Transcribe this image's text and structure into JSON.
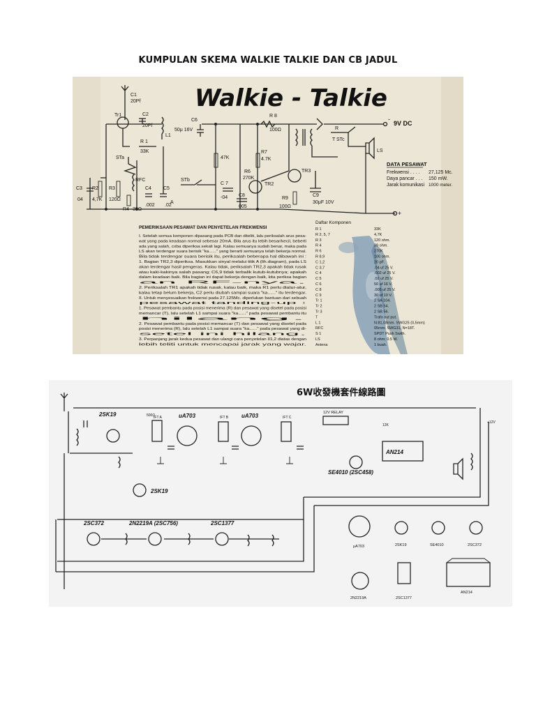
{
  "page": {
    "title": "KUMPULAN SKEMA WALKIE TALKIE DAN CB JADUL"
  },
  "walkie": {
    "logo": "Walkie - Talkie",
    "supply": "9V DC",
    "labels": {
      "c1": "C1",
      "c1v": "20Pf",
      "c2": "C2",
      "c2v": "20Pf",
      "tr1": "Tr1",
      "l1": "L1",
      "r1": "R 1",
      "r1v": "33K",
      "c6": "C6",
      "c6v": "50μ 16V",
      "r8": "R 8",
      "r8v": "100Ω",
      "str": "STa",
      "rfc": "RFC",
      "c3": "C3",
      "c3v": "04",
      "r2": "R2",
      "r2v": "4,7K",
      "r3": "R3",
      "r3v": "120Ω",
      "r4": "R4",
      "r4v": "39Ω",
      "c4": "C4",
      "c4v": ".002",
      "c5": "C5",
      "c5v": ".02",
      "stb": "STb",
      "stc": "STc",
      "ls": "LS",
      "r5v": "47K",
      "r7": "R7",
      "r7v": "4.7K",
      "r6": "R6",
      "r6v": "270K",
      "c7": "C 7",
      "c7v": "-04",
      "c8": "C8",
      "c8v": "005",
      "tr2": "TR2",
      "tr3": "TR3",
      "r9": "R9",
      "r9v": "100Ω",
      "c9": "C9",
      "c9v": "30μF 10V",
      "t": "T",
      "r": "R",
      "a": "A",
      "plus": "+",
      "minus": "-"
    },
    "data_title": "DATA PESAWAT",
    "data_rows": [
      {
        "k": "Frekwensi . . . .",
        "v": "27,125 Mc."
      },
      {
        "k": "Daya pancar . . .",
        "v": "150 mW."
      },
      {
        "k": "Jarak komunikasi",
        "v": "1000 meter."
      }
    ],
    "article_title": "PEMERIKSAAN PESAWAT DAN PENYETELAN FREKWENSI",
    "article_lines": [
      "I. Setelah semua komponen dipasang pada PCB dan diteliti, lalu periksalah arus pesa-",
      "wat yang pada keadaan normal sebesar 20mA. Bila arus itu lebih besar/kecil, beberti",
      "ada yang salah, coba diperiksa sekali lagi. Kalau semuanya sudah benar, maka pada",
      "LS akan terdengar suara berisik \"ka......\" yang berarti semuanya telah bekerja normal.",
      "Bila tidak terdengar suara berisik itu, periksalah beberapa hal dibawah ini :",
      "1. Bagian TR2,3 diperiksa. Masukkan sinyal melalui titik A (lih.diagram), pada LS",
      "akan terdengar hasil pengeras. Kalau tidak, periksalah TR2,3 apakah tidak rusak",
      "atau kaki-kakinya salah pasang; C6,9 tidak terbalik kutub-kutubnya; apakah",
      "dalam keadaan baik. Bila bagian ini dapat bekerja dengan baik, kita periksa bagian",
      "an RF-nya.",
      "2. Periksalah TR1 apakah tidak rusak, kalau baik, maka R1 perlu diatur-atur,",
      "kalau tetap belum bekerja, C2 perlu diubah sampai suara \"ka......\" itu terdengar.",
      "II. Untuk menyesuaikan frekwensi pada 27.125Mc. diperlukan bantuan dari sebuah",
      "pesawat tanding-up :",
      "1. Pesawat pembantu pada posisi menerima (R) dan pesawat yang disetel pada posisi",
      "memancar (T), lalu setelah L1 sampai suara \"ka......\" pada pesawat pembantu itu",
      "hilang.",
      "2. Pesawat pembantu pada posisi memancar (T) dan pesawat yang disetel pada",
      "posisi menerima (R), lalu setelah L1 sampai suara \"ka......\" pada pesawat yang di-",
      "setel ini hilang.",
      "3. Perpanjang jarak kedua pesawat dan ulangi cara penyetelan II1,2 diatas dengan",
      "lebih teliti untuk mencapai jarak yang wajar."
    ],
    "parts_title": "Daftar Komponen",
    "parts": [
      {
        "k": "R 1",
        "v": "33K"
      },
      {
        "k": "R 2, 5, 7",
        "v": "4,7K"
      },
      {
        "k": "R 3",
        "v": "120 ohm."
      },
      {
        "k": "R 4",
        "v": "39 ohm."
      },
      {
        "k": "R 6",
        "v": "270K"
      },
      {
        "k": "R 8,9",
        "v": "100 ohm."
      },
      {
        "k": "C 1,2",
        "v": "20 pF."
      },
      {
        "k": "C 3,7",
        "v": ".04 uf 25 V."
      },
      {
        "k": "C 4",
        "v": ".002 uf 25 V."
      },
      {
        "k": "C 5",
        "v": ".02 uf 25 V."
      },
      {
        "k": "C 6",
        "v": "50 uf 16 V."
      },
      {
        "k": "C 8",
        "v": ".005 uf 25 V."
      },
      {
        "k": "C 9",
        "v": "30 uf 10 V."
      },
      {
        "k": "Tr 1",
        "v": "2 SA 104."
      },
      {
        "k": "Tr 2",
        "v": "2 SB 54."
      },
      {
        "k": "Tr 3",
        "v": "2 SB 56."
      },
      {
        "k": "T",
        "v": "Trafo out put."
      },
      {
        "k": "L 1",
        "v": "N:81,08mm. SWG25 (0,5mm)"
      },
      {
        "k": "RFC",
        "v": "05mm. SWG31, N=18T."
      },
      {
        "k": "S 1",
        "v": "SPDT Push Swith."
      },
      {
        "k": "LS",
        "v": "8 ohm; 0.5 W."
      },
      {
        "k": "Antena",
        "v": "1 buah."
      }
    ]
  },
  "cb": {
    "title": "6W收發機套件線路圖",
    "labels": {
      "q1": "2SK19",
      "q2": "2SK19",
      "ic1": "uA703",
      "ic2": "uA703",
      "ic3": "AN214",
      "relay": "12V RELAY",
      "q3": "SE4010 (2SC458)",
      "q4": "2SC372",
      "q5": "2N2219A (2SC756)",
      "q6": "2SC1377",
      "ift_a": "IFT A",
      "ift_b": "IFT B",
      "ift_c": "IFT C",
      "supply": "+12V",
      "r500": "500Ω",
      "r12k": "12K"
    },
    "pinouts": [
      "μA703",
      "2SK19",
      "SE4010",
      "2SC372",
      "2N2219A",
      "2SC1377",
      "AN214"
    ]
  },
  "colors": {
    "paper": "#ece6d6",
    "ink": "#222222",
    "stain": "#6f8fa8",
    "white": "#ffffff"
  }
}
